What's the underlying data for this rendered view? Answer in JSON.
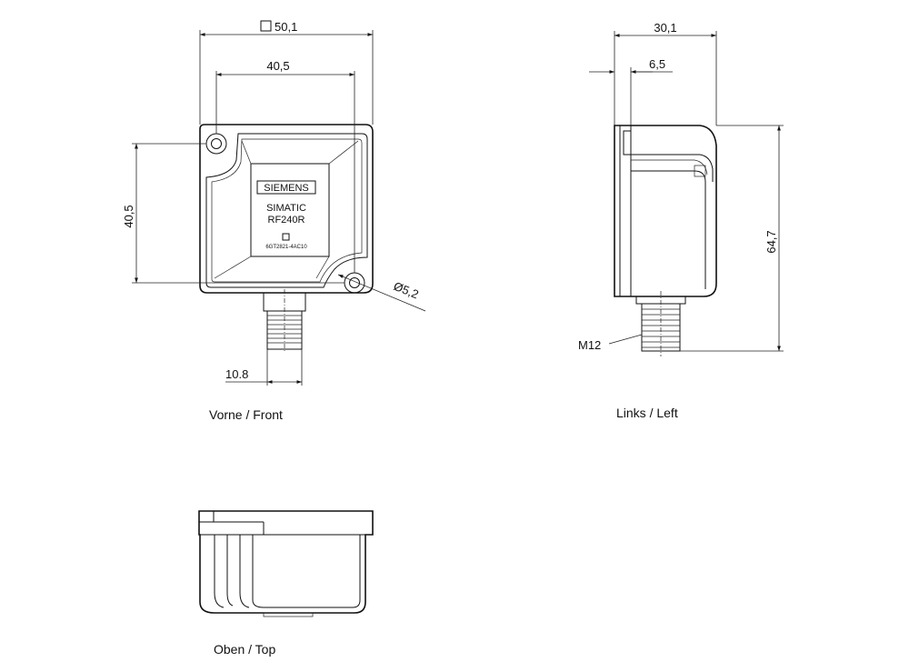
{
  "front": {
    "caption": "Vorne / Front",
    "dim_width": "50,1",
    "dim_hole_spacing_h": "40,5",
    "dim_hole_spacing_v": "40,5",
    "dim_hole_dia": "5,2",
    "dim_connector": "10.8",
    "brand": "SIEMENS",
    "product_line": "SIMATIC",
    "model": "RF240R",
    "order_no": "6GT2821-4AC10"
  },
  "left": {
    "caption": "Links / Left",
    "dim_depth": "30,1",
    "dim_offset": "6,5",
    "dim_height": "64,7",
    "thread": "M12"
  },
  "top": {
    "caption": "Oben / Top"
  }
}
